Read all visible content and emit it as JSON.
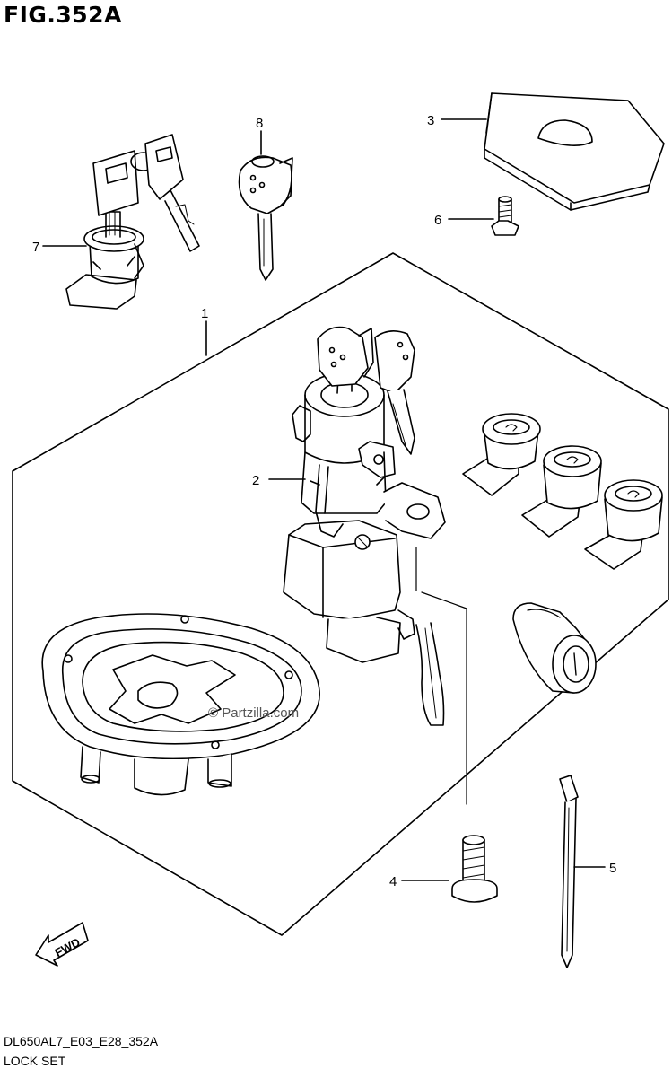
{
  "figure": {
    "title": "FIG.352A",
    "code": "DL650AL7_E03_E28_352A",
    "name": "LOCK SET",
    "watermark": "© Partzilla.com",
    "fwd_label": "FWD"
  },
  "callouts": [
    "1",
    "2",
    "3",
    "4",
    "5",
    "6",
    "7",
    "8"
  ]
}
